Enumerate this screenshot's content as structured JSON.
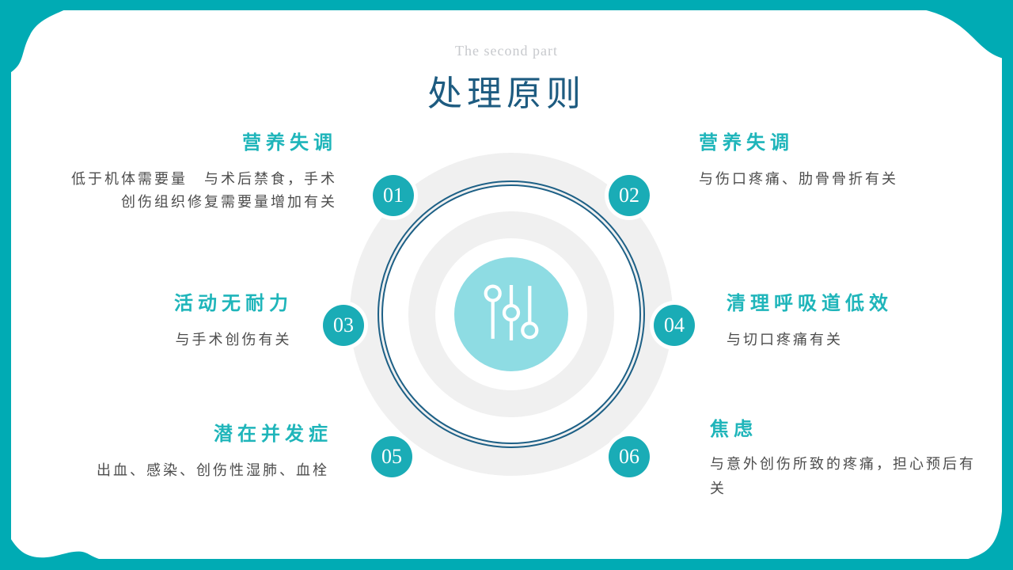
{
  "slide": {
    "subtitle": "The second part",
    "title": "处理原则"
  },
  "colors": {
    "frame": "#00abb4",
    "badge": "#1aacb6",
    "heading": "#1fb5ba",
    "title": "#1d5b80",
    "subtitle": "#c7c9cd",
    "ring": "#1d6086",
    "centerdisk": "#8edce3",
    "diskgray": "#f0f0f0",
    "desc": "#4d4d4d"
  },
  "center_icon": "sliders-icon",
  "items": [
    {
      "number": "01",
      "title": "营养失调",
      "desc_lines": [
        "低于机体需要量　与术后禁食，手术",
        "创伤组织修复需要量增加有关"
      ]
    },
    {
      "number": "02",
      "title": "营养失调",
      "desc_lines": [
        "与伤口疼痛、肋骨骨折有关"
      ]
    },
    {
      "number": "03",
      "title": "活动无耐力",
      "desc_lines": [
        "与手术创伤有关"
      ]
    },
    {
      "number": "04",
      "title": "清理呼吸道低效",
      "desc_lines": [
        "与切口疼痛有关"
      ]
    },
    {
      "number": "05",
      "title": "潜在并发症",
      "desc_lines": [
        "出血、感染、创伤性湿肺、血栓"
      ]
    },
    {
      "number": "06",
      "title": "焦虑",
      "desc_lines": [
        "与意外创伤所致的疼痛，担心预后有",
        "关"
      ]
    }
  ]
}
